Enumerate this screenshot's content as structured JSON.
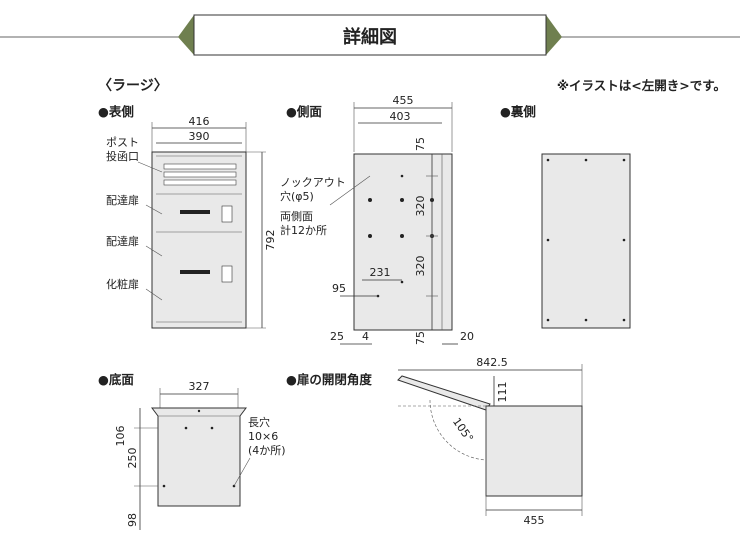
{
  "header": {
    "title": "詳細図"
  },
  "subtitle": "〈ラージ〉",
  "note": "※イラストは<左開き>です。",
  "colors": {
    "banner_fill": "#6f7f4f",
    "panel_fill": "#e9e9e9",
    "line": "#333333"
  },
  "front": {
    "heading": "●表側",
    "dim_outer_width": "416",
    "dim_inner_width": "390",
    "dim_height": "792",
    "label_post_line1": "ポスト",
    "label_post_line2": "投函口",
    "label_door1": "配達扉",
    "label_door2": "配達扉",
    "label_decor": "化粧扉"
  },
  "side": {
    "heading": "●側面",
    "dim_outer_width": "455",
    "dim_inner_width": "403",
    "dim_top": "75",
    "dim_mid1": "320",
    "dim_mid2": "320",
    "dim_bottom": "75",
    "dim_231": "231",
    "dim_95": "95",
    "dim_25": "25",
    "dim_4": "4",
    "dim_20": "20",
    "label_knockout_line1": "ノックアウト",
    "label_knockout_line2": "穴(φ5)",
    "label_knockout_line3": "両側面",
    "label_knockout_line4": "計12か所"
  },
  "back": {
    "heading": "●裏側"
  },
  "bottom": {
    "heading": "●底面",
    "dim_width": "327",
    "dim_106": "106",
    "dim_250": "250",
    "dim_98": "98",
    "label_slot_line1": "長穴",
    "label_slot_line2": "10×6",
    "label_slot_line3": "(4か所)"
  },
  "angle": {
    "heading": "●扉の開閉角度",
    "dim_total": "842.5",
    "dim_111": "111",
    "dim_angle": "105°",
    "dim_depth": "455"
  }
}
